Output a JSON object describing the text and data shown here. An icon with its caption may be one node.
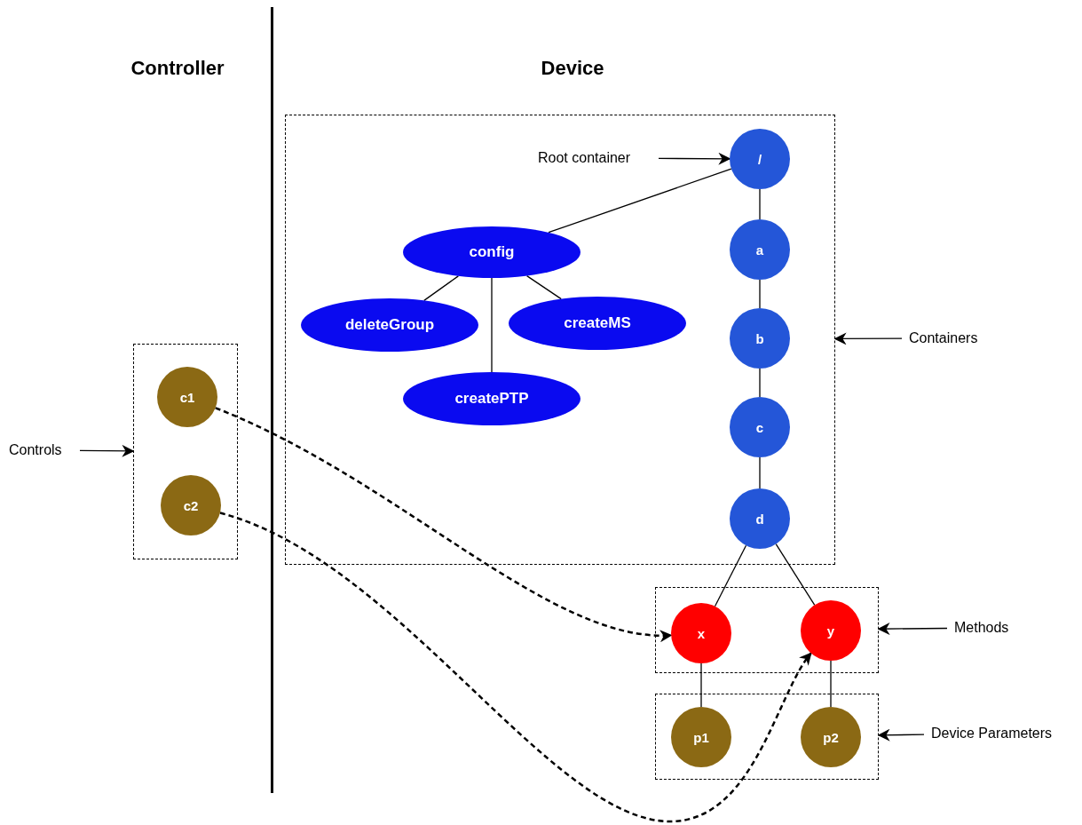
{
  "diagram": {
    "nodes": [
      {
        "text": [
          "Controls"
        ]
      },
      {
        "text": [],
        "shape": "box"
      },
      {
        "text": [
          "c1"
        ],
        "in": 1
      },
      {
        "text": [
          "c2"
        ],
        "in": 1
      },
      {
        "text": [],
        "shape": "box"
      },
      {
        "text": [
          "Root container"
        ],
        "in": 4
      },
      {
        "text": [
          "/"
        ],
        "in": 4
      },
      {
        "text": [
          "config"
        ],
        "in": 4
      },
      {
        "text": [
          "deleteGroup"
        ],
        "in": 4
      },
      {
        "text": [
          "createMS"
        ],
        "in": 4
      },
      {
        "text": [
          "createPTP"
        ],
        "in": 4
      },
      {
        "text": [
          "a"
        ],
        "in": 4
      },
      {
        "text": [
          "b"
        ],
        "in": 4
      },
      {
        "text": [
          "c"
        ],
        "in": 4
      },
      {
        "text": [
          "d"
        ],
        "in": 4
      },
      {
        "text": [
          "Containers"
        ]
      },
      {
        "text": [],
        "shape": "box"
      },
      {
        "text": [
          "x"
        ],
        "in": 16
      },
      {
        "text": [
          "y"
        ],
        "in": 16
      },
      {
        "text": [
          "Methods"
        ]
      },
      {
        "text": [],
        "shape": "box"
      },
      {
        "text": [
          "p1"
        ],
        "in": 20
      },
      {
        "text": [
          "p2"
        ],
        "in": 20
      },
      {
        "text": [
          "Device Parameters"
        ]
      }
    ],
    "edges": [
      {
        "from": 0,
        "to": 1,
        "arrow": "to"
      },
      {
        "from": 5,
        "to": 6,
        "arrow": "to"
      },
      {
        "from": 6,
        "to": 7,
        "arrow": "none"
      },
      {
        "from": 7,
        "to": 8,
        "arrow": "none"
      },
      {
        "from": 7,
        "to": 9,
        "arrow": "none"
      },
      {
        "from": 7,
        "to": 10,
        "arrow": "none"
      },
      {
        "from": 6,
        "to": 11,
        "arrow": "none"
      },
      {
        "from": 11,
        "to": 12,
        "arrow": "none"
      },
      {
        "from": 12,
        "to": 13,
        "arrow": "none"
      },
      {
        "from": 13,
        "to": 14,
        "arrow": "none"
      },
      {
        "from": 14,
        "to": 17,
        "arrow": "none"
      },
      {
        "from": 14,
        "to": 18,
        "arrow": "none"
      },
      {
        "from": 15,
        "to": 4,
        "arrow": "to"
      },
      {
        "from": 19,
        "to": 16,
        "arrow": "to"
      },
      {
        "from": 23,
        "to": 20,
        "arrow": "to"
      },
      {
        "from": 17,
        "to": 21,
        "arrow": "none"
      },
      {
        "from": 18,
        "to": 22,
        "arrow": "none"
      },
      {
        "from": 2,
        "to": 17,
        "arrow": "to",
        "style": "dashed"
      },
      {
        "from": 3,
        "to": 18,
        "arrow": "to",
        "style": "dashed"
      }
    ],
    "labels": [
      "Controller",
      "Device"
    ]
  }
}
